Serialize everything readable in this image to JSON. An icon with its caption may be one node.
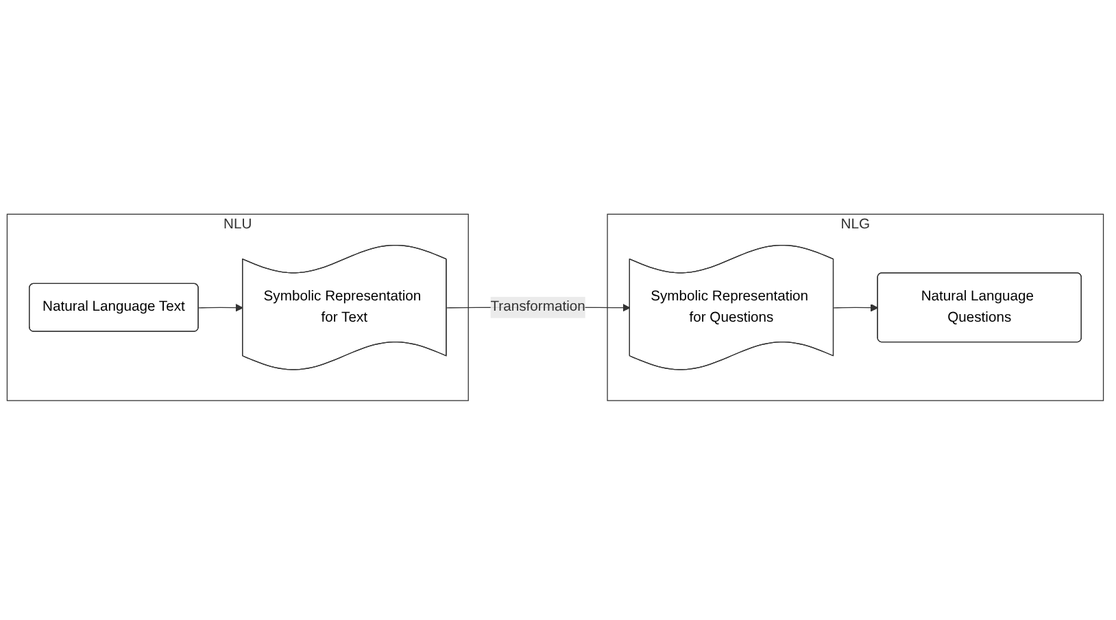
{
  "diagram": {
    "nodes": [
      {
        "text": [
          "NLU"
        ]
      },
      {
        "text": [
          "Natural Language Text"
        ],
        "in": 0
      },
      {
        "text": [
          "Symbolic Representation for Text"
        ],
        "in": 0
      },
      {
        "text": [
          "NLG"
        ]
      },
      {
        "text": [
          "Natural Language Questions"
        ],
        "in": 3
      },
      {
        "text": [
          "Symbolic Representation for Questions"
        ],
        "in": 3
      }
    ],
    "edges": [
      {
        "from": 1,
        "to": 2,
        "arrow": "to"
      },
      {
        "from": 2,
        "to": 5,
        "arrow": "to",
        "label": "Transformation"
      },
      {
        "from": 5,
        "to": 4,
        "arrow": "to"
      }
    ]
  }
}
